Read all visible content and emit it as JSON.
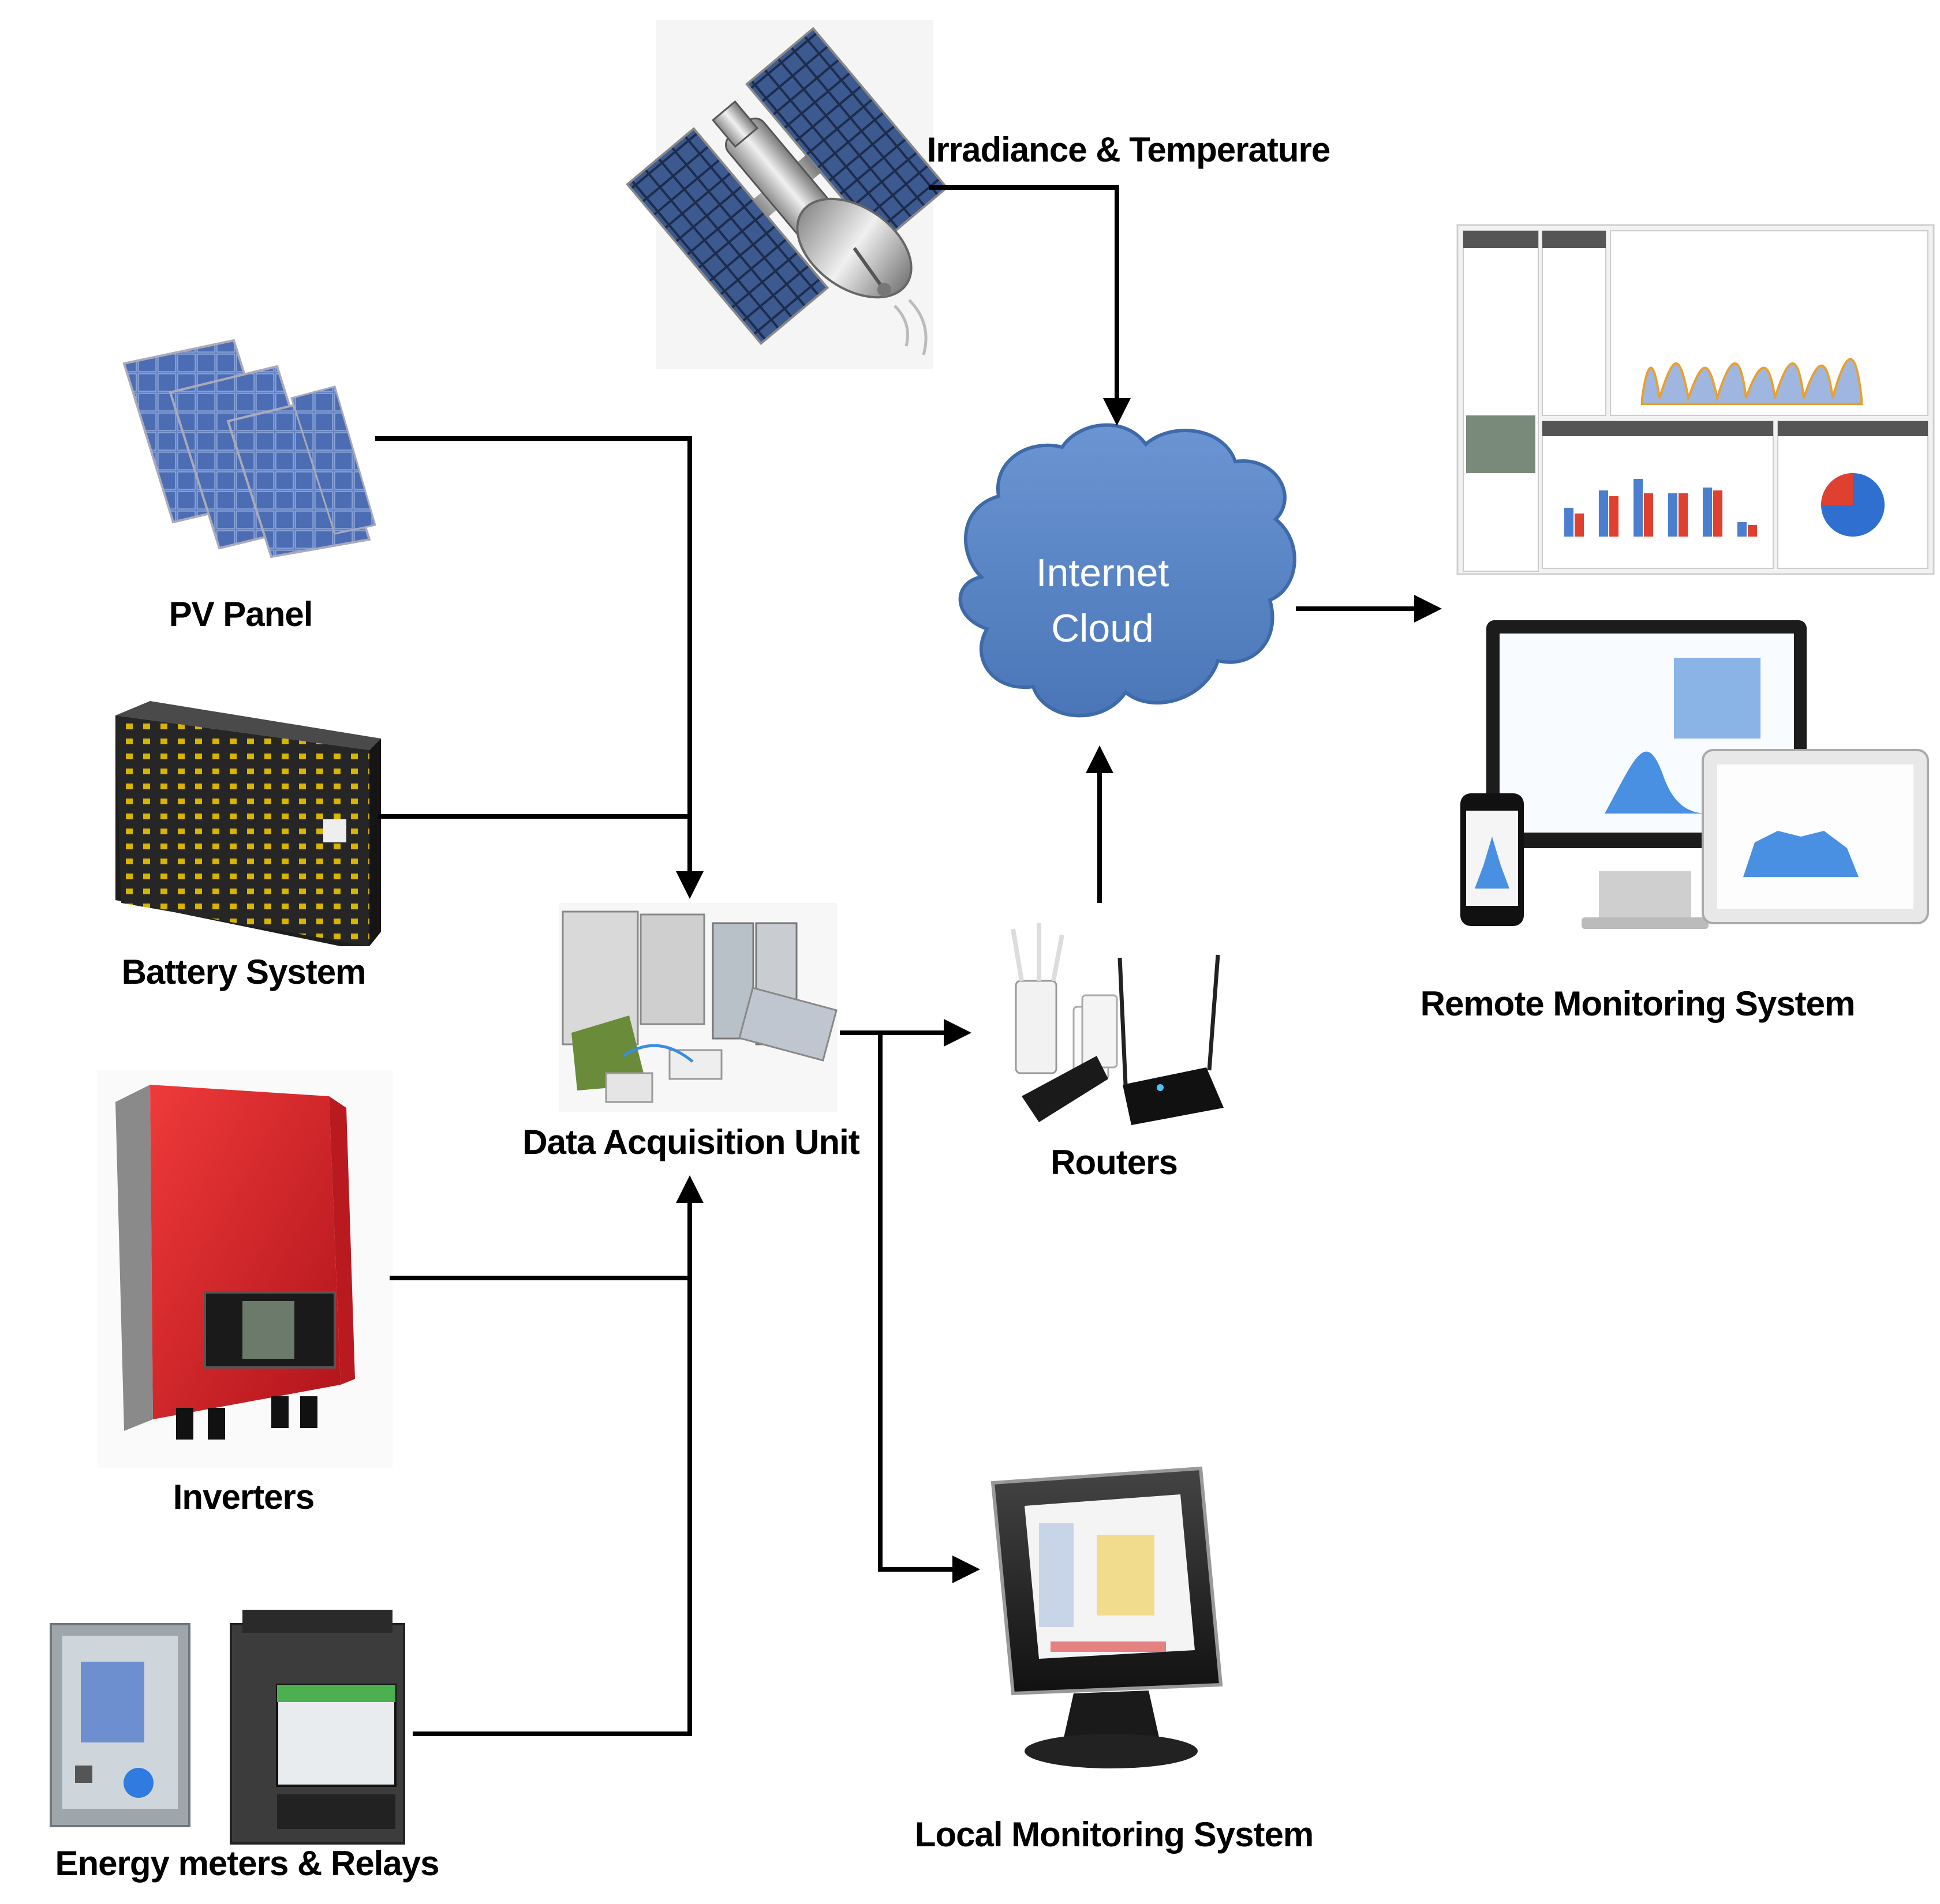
{
  "labels": {
    "satellite": "Irradiance & Temperature",
    "pv_panel": "PV Panel",
    "battery": "Battery System",
    "inverters": "Inverters",
    "meters": "Energy meters & Relays",
    "daq": "Data Acquisition Unit",
    "routers": "Routers",
    "remote": "Remote Monitoring System",
    "local": "Local Monitoring System"
  },
  "cloud": {
    "line1": "Internet",
    "line2": "Cloud"
  },
  "colors": {
    "cloud_fill": "#5b86c5",
    "cloud_stroke": "#3f6aa8",
    "connector": "#000000",
    "inverter_red": "#d8262b",
    "pv_blue": "#5c7fc0",
    "battery_dark": "#2b2b2b",
    "battery_yellow": "#d9b400"
  }
}
